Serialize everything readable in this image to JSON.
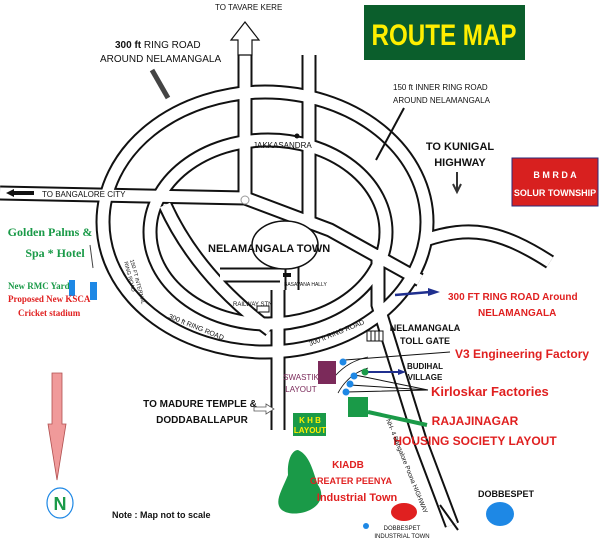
{
  "title": "ROUTE MAP",
  "colors": {
    "title_bg": "#0b5e2c",
    "title_text": "#ffee00",
    "red_label": "#e02020",
    "green_label": "#1a9a48",
    "bmrda_bg": "#d8201f",
    "purple": "#7b2a5a",
    "blue": "#1e88e5",
    "navy_arrow": "#1f2f8f",
    "north_arrow": "#f09a9a"
  },
  "directions": {
    "tavare_kere": "TO TAVARE KERE",
    "bangalore_city": "TO BANGALORE CITY",
    "kunigal_line1": "TO KUNIGAL",
    "kunigal_line2": "HIGHWAY",
    "madure_line1": "TO MADURE TEMPLE &",
    "madure_line2": "DODDABALLAPUR"
  },
  "roads": {
    "outer_ring_line1_bold": "300 ft",
    "outer_ring_line1": " RING ROAD",
    "outer_ring_line2": "AROUND NELAMANGALA",
    "inner_ring_line1": "150 ft INNER RING ROAD",
    "inner_ring_line2": "AROUND NELAMANGALA",
    "internal_ring_line1": "150 FT INTERNAL",
    "internal_ring_line2": "RING ROAD",
    "ring_road_left": "300 ft RING ROAD",
    "ring_road_right": "300 ft RING ROAD",
    "nh4": "NH- 4 Bangalore Poona HIGHWAY",
    "ring_road_callout_line1": "300 FT  RING ROAD  Around",
    "ring_road_callout_line2": "NELAMANGALA"
  },
  "places": {
    "jakkasandra": "JAKKASANDRA",
    "town": "NELAMANGALA TOWN",
    "railway_stn": "RAILWAY STN",
    "basavana_hally": "BASAVANA HALLY",
    "toll_gate_line1": "NELAMANGALA",
    "toll_gate_line2": "TOLL GATE",
    "budihal_line1": "BUDIHAL",
    "budihal_line2": "VILLAGE",
    "swastik_line1": "SWASTIK",
    "swastik_line2": "LAYOUT",
    "khb_line1": "K H B",
    "khb_line2": "LAYOUT",
    "dobbespet": "DOBBESPET",
    "dobbespet_ind_line1": "DOBBESPET",
    "dobbespet_ind_line2": "INDUSTRIAL TOWN"
  },
  "landmarks": {
    "golden_palms_line1": "Golden Palms &",
    "golden_palms_line2": "Spa * Hotel",
    "rmc_yard": "New RMC Yard",
    "ksca_line1": "Proposed New KSCA",
    "ksca_line2": "Cricket stadium",
    "bmrda_line1": "B M R D A",
    "bmrda_line2": "SOLUR TOWNSHIP",
    "v3": "V3 Engineering Factory",
    "kirloskar": "Kirloskar Factories",
    "rajajinagar_line1": "RAJAJINAGAR",
    "rajajinagar_line2": "HOUSING SOCIETY LAYOUT",
    "kiadb_line1": "KIADB",
    "kiadb_line2": "GREATER PEENYA",
    "kiadb_line3": "Industrial Town"
  },
  "north": "N",
  "note": "Note : Map not to scale"
}
